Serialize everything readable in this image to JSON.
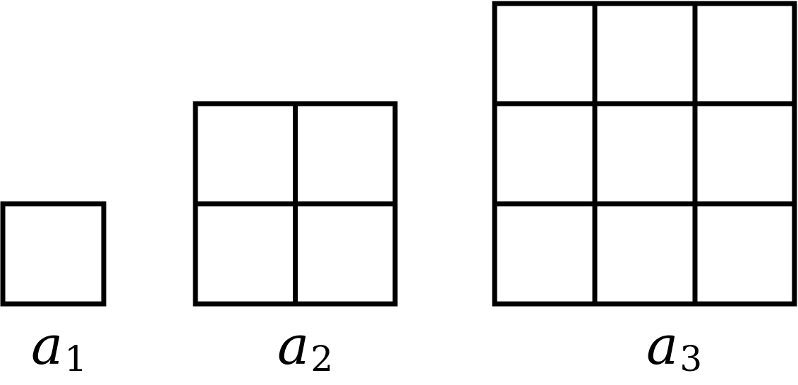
{
  "terms": [
    {
      "variable": "a",
      "index": "1",
      "grid_size": 1
    },
    {
      "variable": "a",
      "index": "2",
      "grid_size": 2
    },
    {
      "variable": "a",
      "index": "3",
      "grid_size": 3
    }
  ],
  "colors": {
    "stroke": "#000000",
    "background": "#ffffff"
  }
}
